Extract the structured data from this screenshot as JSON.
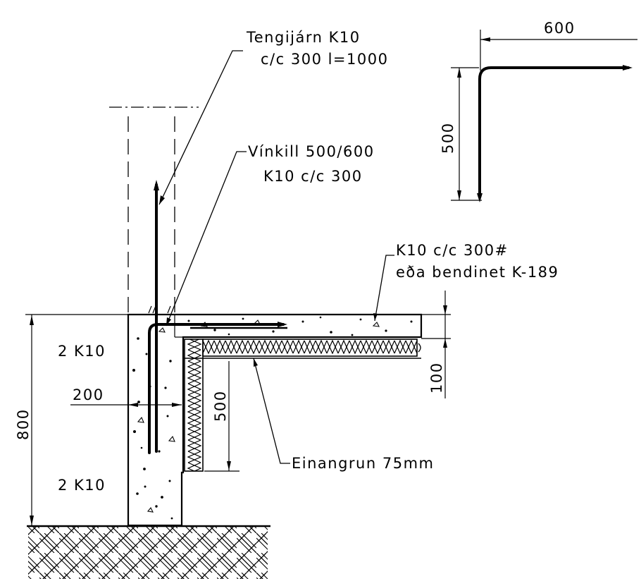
{
  "labels": {
    "tengijarn_line1": "Tengijárn K10",
    "tengijarn_line2": "c/c 300 l=1000",
    "vinkill_line1": "Vínkill 500/600",
    "vinkill_line2": "K10 c/c 300",
    "slab_rebar_line1": "K10 c/c 300#",
    "slab_rebar_line2": "eða bendinet K-189",
    "insulation": "Einangrun 75mm",
    "top_bars": "2 K10",
    "bottom_bars": "2 K10"
  },
  "dimensions": {
    "bend_width": "600",
    "bend_height": "500",
    "foundation_height": "800",
    "wall_thickness": "200",
    "insulation_depth": "500",
    "slab_thickness": "100"
  }
}
